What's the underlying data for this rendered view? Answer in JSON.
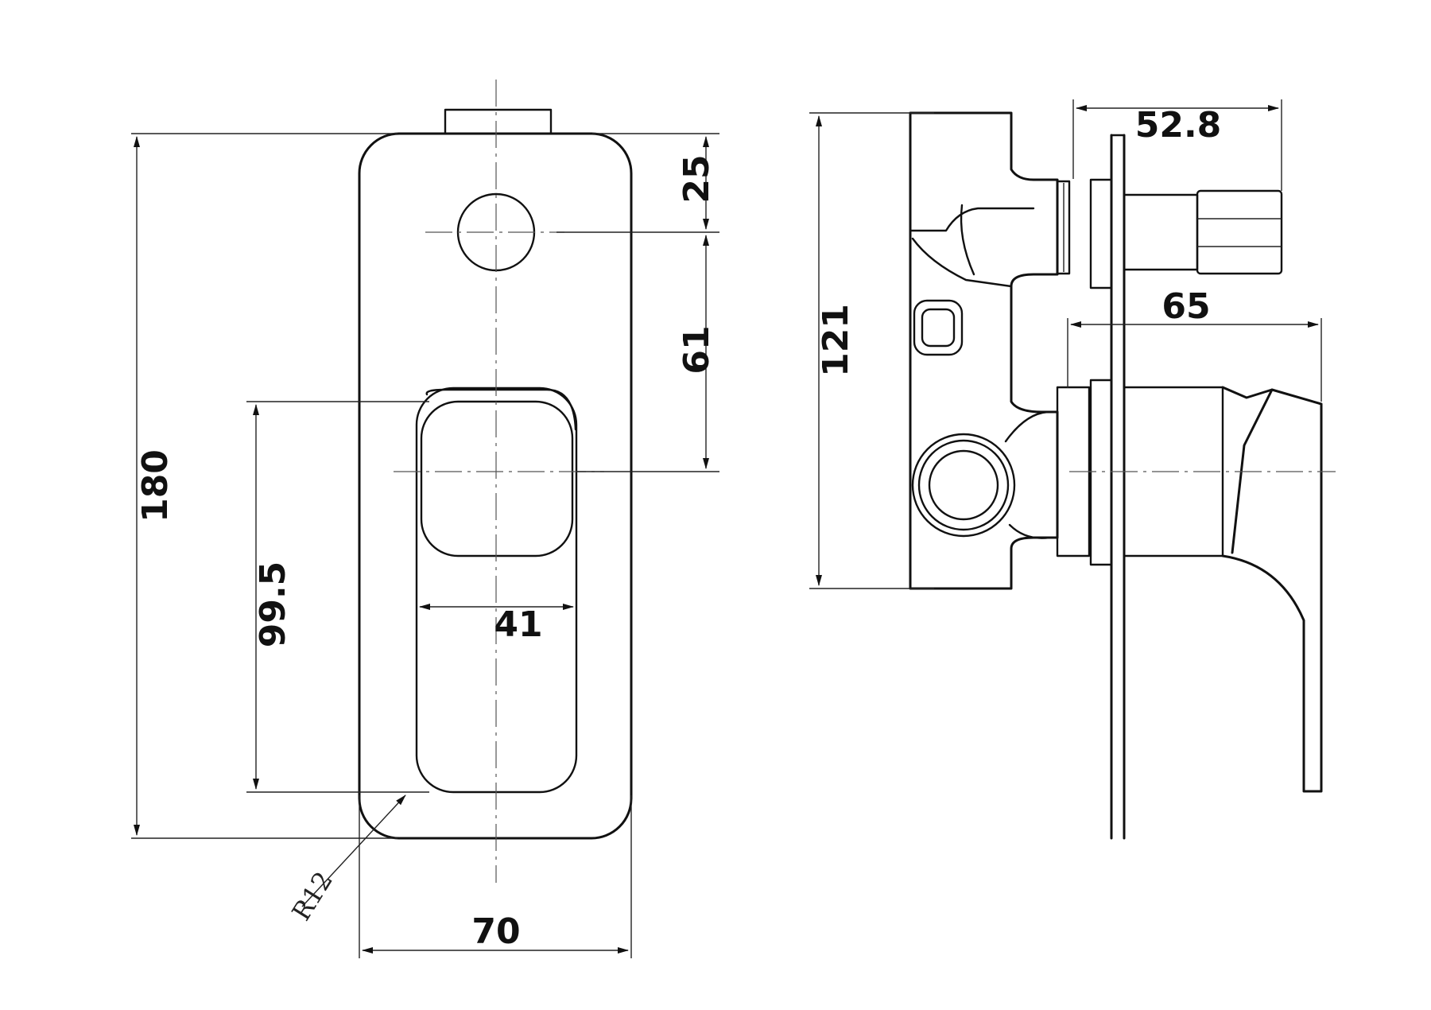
{
  "front_view": {
    "overall_height": "180",
    "top_to_diverter": "25",
    "diverter_to_lever": "61",
    "lever_length": "99.5",
    "lever_width": "41",
    "plate_width": "70",
    "corner_radius": "R12"
  },
  "side_view": {
    "body_height": "121",
    "diverter_projection": "52.8",
    "lever_projection": "65"
  }
}
